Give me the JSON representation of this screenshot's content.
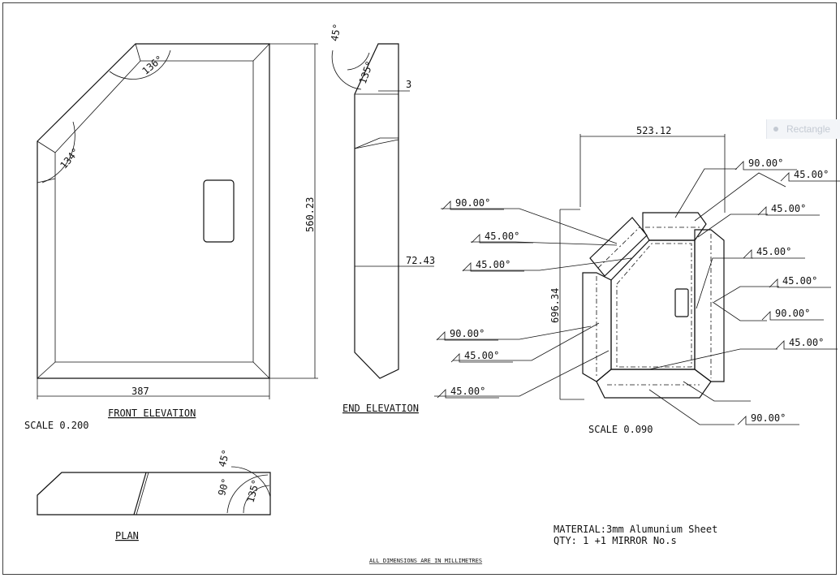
{
  "views": {
    "front_elevation": {
      "label": "FRONT ELEVATION",
      "scale": "SCALE 0.200",
      "width_dim": "387",
      "height_dim": "560.23",
      "angle_top": "136°",
      "angle_left": "134°"
    },
    "end_elevation": {
      "label": "END ELEVATION",
      "angle_outer": "45°",
      "angle_inner": "135°",
      "thickness_dim": "3",
      "depth_dim": "72.43"
    },
    "plan": {
      "label": "PLAN",
      "angle_a": "45°",
      "angle_b": "90°",
      "angle_c": "135°"
    },
    "flat_pattern": {
      "scale": "SCALE 0.090",
      "width_dim": "523.12",
      "height_dim": "696.34",
      "bend_callouts": [
        "90.00°",
        "45.00°",
        "45.00°",
        "90.00°",
        "45.00°",
        "45.00°",
        "45.00°",
        "45.00°",
        "90.00°",
        "45.00°",
        "45.00°",
        "90.00°",
        "45.00°",
        "90.00°"
      ]
    }
  },
  "notes": {
    "material": "MATERIAL:3mm Alumunium Sheet",
    "qty": "QTY: 1 +1 MIRROR   No.s",
    "units": "ALL DIMENSIONS ARE IN MILLIMETRES"
  },
  "overlay_tag": "Rectangle"
}
